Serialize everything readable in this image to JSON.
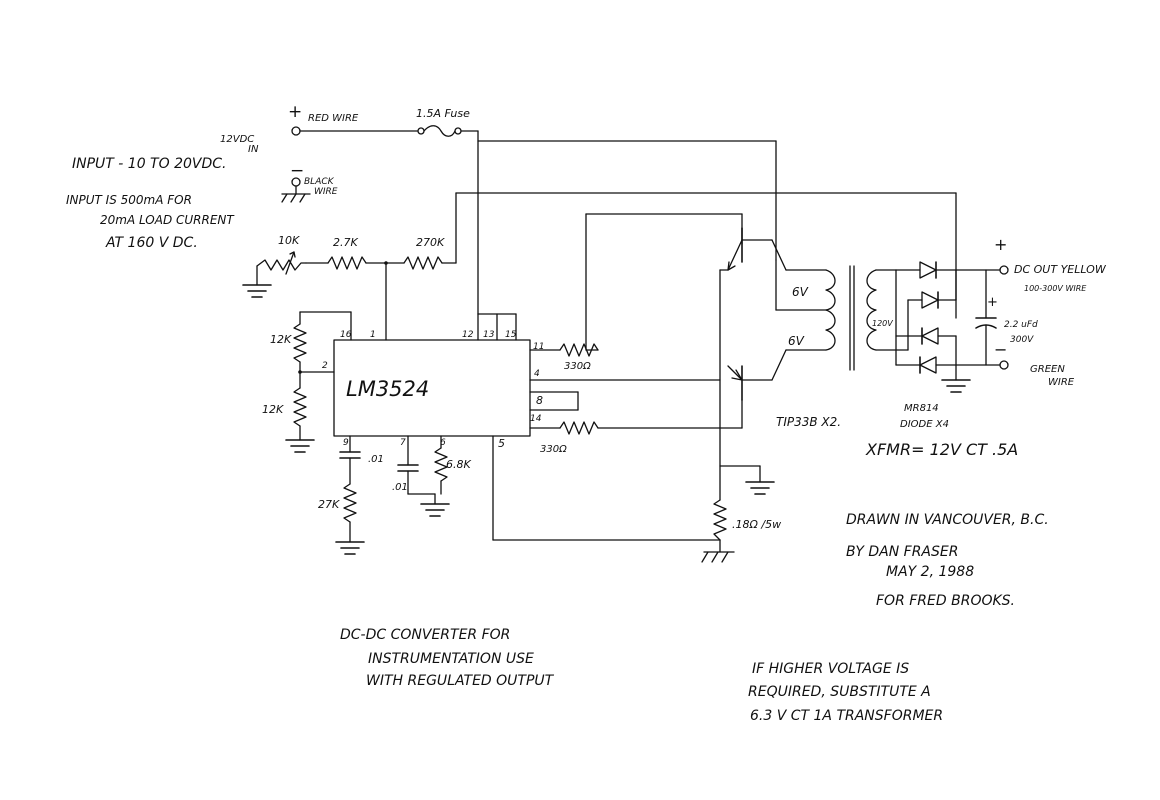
{
  "notes": {
    "input_range": "INPUT - 10 TO 20VDC.",
    "input_current_1": "INPUT IS 500mA FOR",
    "input_current_2": "20mA LOAD CURRENT",
    "input_current_3": "AT 160 V DC.",
    "vin_label_1": "12VDC",
    "vin_label_2": "IN",
    "title_1": "DC-DC CONVERTER   FOR",
    "title_2": "INSTRUMENTATION  USE",
    "title_3": "WITH  REGULATED  OUTPUT",
    "drawn_1": "DRAWN IN VANCOUVER, B.C.",
    "drawn_2": "BY DAN FRASER",
    "drawn_3": "MAY 2, 1988",
    "drawn_4": "FOR  FRED  BROOKS.",
    "higher_1": "IF HIGHER   VOLTAGE  IS",
    "higher_2": "REQUIRED,  SUBSTITUTE  A",
    "higher_3": "6.3 V CT  1A  TRANSFORMER"
  },
  "input": {
    "plus": "+",
    "minus": "−",
    "red_wire": "RED WIRE",
    "black_wire_1": "BLACK",
    "black_wire_2": "WIRE",
    "fuse": "1.5A Fuse"
  },
  "components": {
    "pot": "10K",
    "r_27k_a": "2.7K",
    "r_270k": "270K",
    "r_12k_top": "12K",
    "r_12k_bot": "12K",
    "ic": "LM3524",
    "cap_01a": ".01",
    "cap_01b": ".01",
    "r_68k": "6.8K",
    "r_27k_b": "27K",
    "r_330_top": "330Ω",
    "r_330_bot": "330Ω",
    "transistors": "TIP33B X2.",
    "sense": ".18Ω /5w",
    "xfmr_primary_top": "6V",
    "xfmr_primary_bot": "6V",
    "xfmr_secondary": "120V",
    "xfmr_spec": "XFMR= 12V CT .5A",
    "diodes_1": "MR814",
    "diodes_2": "DIODE X4",
    "cap_out_1": "2.2 uFd",
    "cap_out_2": "300V"
  },
  "pins": {
    "p16": "16",
    "p1": "1",
    "p2": "2",
    "p12": "12",
    "p13": "13",
    "p15": "15",
    "p11": "11",
    "p4": "4",
    "p8": "8",
    "p14": "14",
    "p9": "9",
    "p7": "7",
    "p6": "6",
    "p5": "5"
  },
  "output": {
    "plus": "+",
    "minus": "−",
    "dc_out": "DC OUT  YELLOW",
    "dc_out_range": "100-300V  WIRE",
    "green_wire_1": "GREEN",
    "green_wire_2": "WIRE"
  }
}
